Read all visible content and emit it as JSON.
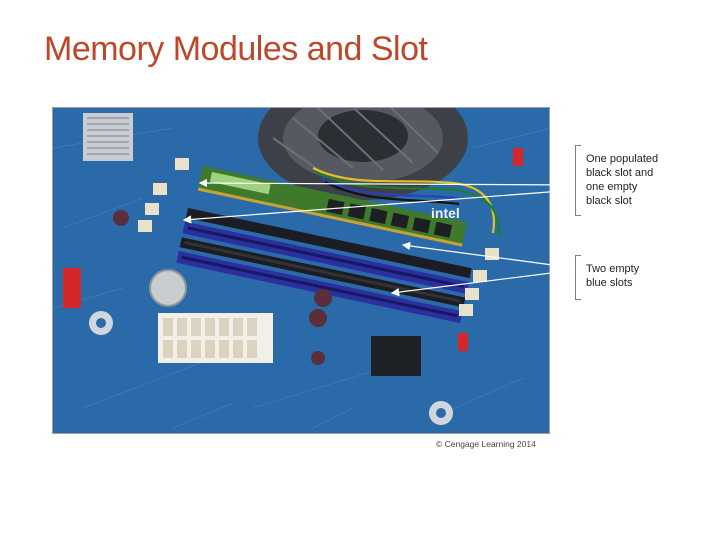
{
  "slide": {
    "title": "Memory Modules and Slot"
  },
  "figure": {
    "credit": "© Cengage Learning 2014",
    "callouts": [
      {
        "lines": [
          "One populated",
          "black slot and",
          "one empty",
          "black slot"
        ]
      },
      {
        "lines": [
          "Two empty",
          "blue slots"
        ]
      }
    ],
    "chip_logo": "intel"
  },
  "colors": {
    "title": "#c0462a",
    "board": "#2a6aa8",
    "blue_slot": "#2c2fa0",
    "black_slot": "#1c1c24",
    "memory_module": "#3f7a2c"
  }
}
